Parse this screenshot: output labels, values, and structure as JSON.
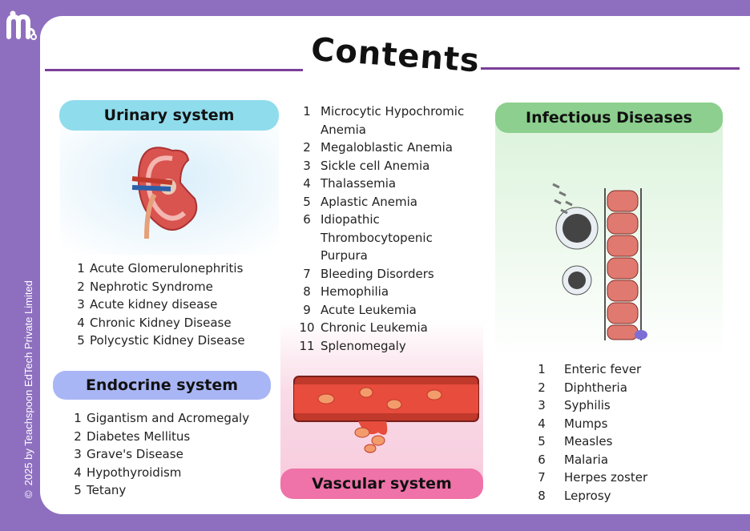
{
  "copyright": "2025 by Teachspoon EdTech Private Limited",
  "title": "Contents",
  "urinary": {
    "heading": "Urinary system",
    "items": [
      {
        "n": "1",
        "t": "Acute Glomerulonephritis"
      },
      {
        "n": "2",
        "t": "Nephrotic Syndrome"
      },
      {
        "n": "3",
        "t": "Acute kidney disease"
      },
      {
        "n": "4",
        "t": "Chronic Kidney Disease"
      },
      {
        "n": "5",
        "t": "Polycystic Kidney Disease"
      }
    ]
  },
  "endocrine": {
    "heading": "Endocrine system",
    "items": [
      {
        "n": "1",
        "t": "Gigantism and Acromegaly"
      },
      {
        "n": "2",
        "t": "Diabetes Mellitus"
      },
      {
        "n": "3",
        "t": "Grave's Disease"
      },
      {
        "n": "4",
        "t": "Hypothyroidism"
      },
      {
        "n": "5",
        "t": "Tetany"
      }
    ]
  },
  "vascular": {
    "heading": "Vascular system",
    "items": [
      {
        "n": "1",
        "t": "Microcytic Hypochromic Anemia"
      },
      {
        "n": "2",
        "t": "Megaloblastic Anemia"
      },
      {
        "n": "3",
        "t": "Sickle cell Anemia"
      },
      {
        "n": "4",
        "t": "Thalassemia"
      },
      {
        "n": "5",
        "t": "Aplastic Anemia"
      },
      {
        "n": "6",
        "t": "Idiopathic Thrombocytopenic Purpura"
      },
      {
        "n": "7",
        "t": "Bleeding Disorders"
      },
      {
        "n": "8",
        "t": "Hemophilia"
      },
      {
        "n": "9",
        "t": "Acute Leukemia"
      },
      {
        "n": "10",
        "t": "Chronic Leukemia"
      },
      {
        "n": "11",
        "t": "Splenomegaly"
      }
    ]
  },
  "infectious": {
    "heading": "Infectious Diseases",
    "items": [
      {
        "n": "1",
        "t": "Enteric fever"
      },
      {
        "n": "2",
        "t": "Diphtheria"
      },
      {
        "n": "3",
        "t": "Syphilis"
      },
      {
        "n": "4",
        "t": "Mumps"
      },
      {
        "n": "5",
        "t": "Measles"
      },
      {
        "n": "6",
        "t": "Malaria"
      },
      {
        "n": "7",
        "t": "Herpes zoster"
      },
      {
        "n": "8",
        "t": "Leprosy"
      }
    ]
  },
  "colors": {
    "frame": "#8e6fbf",
    "urinary_pill": "#8fdcec",
    "endocrine_pill": "#a9b6f5",
    "vascular_pill": "#ef72a8",
    "infectious_pill": "#8ccf8e"
  },
  "icons": [
    "medistudygo-logo",
    "kidney-illustration",
    "blood-vessel-illustration",
    "intestine-infection-illustration"
  ]
}
